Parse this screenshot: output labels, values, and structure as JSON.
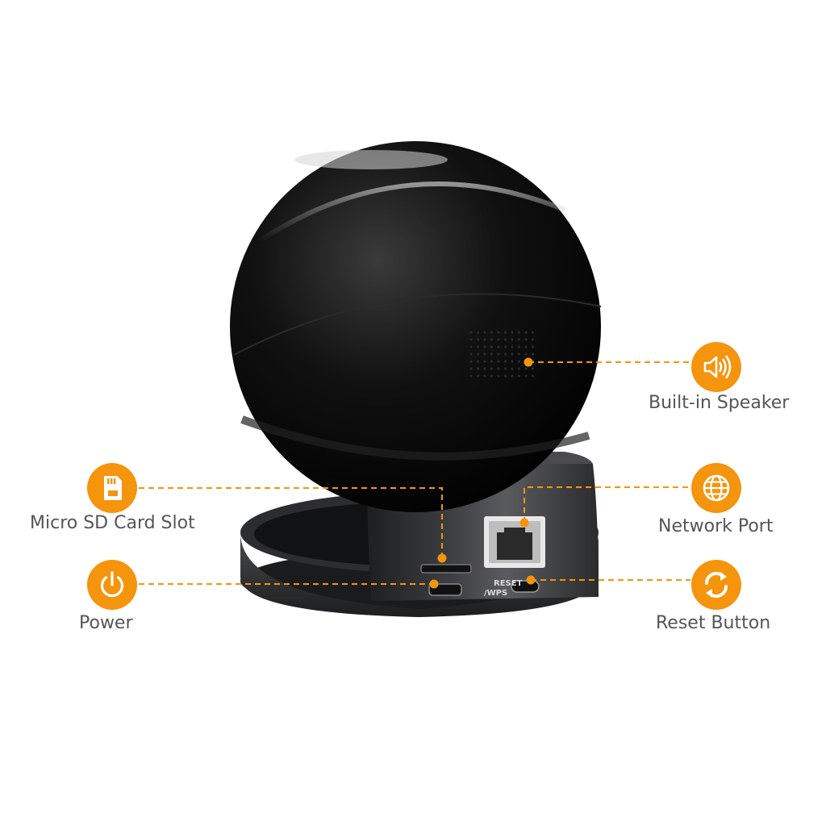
{
  "colors": {
    "accent": "#f5940d",
    "label_text": "#555555",
    "background": "#ffffff",
    "camera_body": "#0a0a0a",
    "camera_base": "#2f3033"
  },
  "features": {
    "speaker": {
      "label": "Built-in Speaker",
      "icon": "speaker-icon"
    },
    "sd_card": {
      "label": "Micro SD Card Slot",
      "icon": "sd-card-icon"
    },
    "network": {
      "label": "Network Port",
      "icon": "globe-icon"
    },
    "power": {
      "label": "Power",
      "icon": "power-icon"
    },
    "reset": {
      "label": "Reset Button",
      "icon": "reset-icon"
    }
  },
  "device_markings": {
    "reset_line1": "RESET",
    "reset_line2": "/WPS"
  }
}
